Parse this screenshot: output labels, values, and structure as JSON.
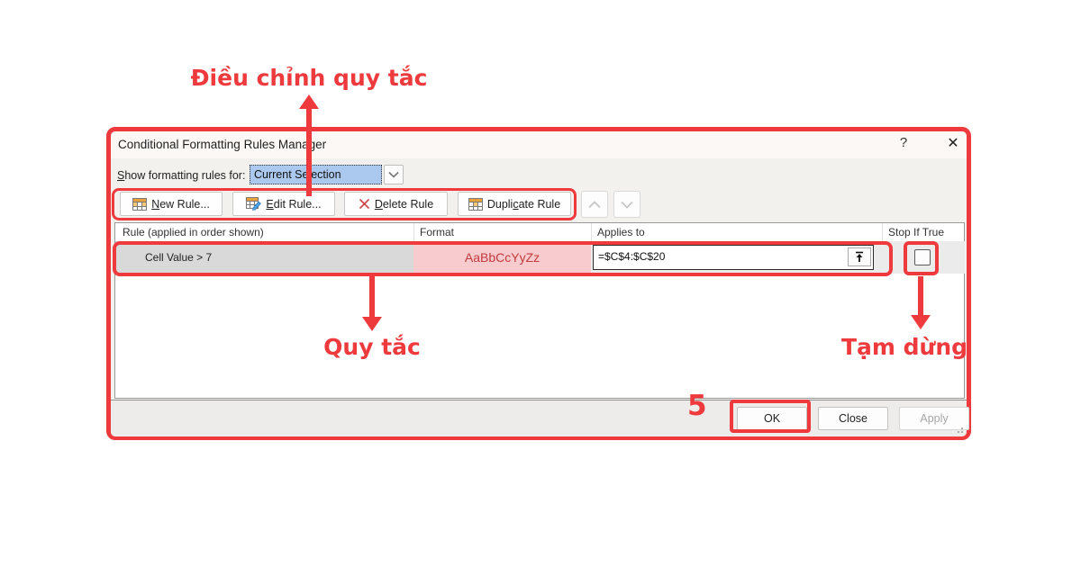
{
  "annotations": {
    "accent_color": "#ee3a3d",
    "top_label": "Điều chỉnh quy tắc",
    "rule_label": "Quy tắc",
    "stop_label": "Tạm dừng",
    "step_number": "5"
  },
  "dialog": {
    "title": "Conditional Formatting Rules Manager",
    "help_icon": "?",
    "close_icon": "✕",
    "scope": {
      "label_key": "S",
      "label_rest": "how formatting rules for:",
      "selected_value": "Current Selection",
      "selection_fill": "#abc9ee"
    },
    "toolbar": {
      "new_rule": {
        "pre": "",
        "key": "N",
        "post": "ew Rule..."
      },
      "edit_rule": {
        "pre": "",
        "key": "E",
        "post": "dit Rule..."
      },
      "delete_rule": {
        "pre": "",
        "key": "D",
        "post": "elete Rule"
      },
      "duplicate_rule": {
        "pre": "Dupli",
        "key": "c",
        "post": "ate Rule"
      },
      "move_up_icon": "chevron-up",
      "move_down_icon": "chevron-down"
    },
    "table": {
      "headers": [
        "Rule (applied in order shown)",
        "Format",
        "Applies to",
        "Stop If True"
      ],
      "rows": [
        {
          "rule": "Cell Value > 7",
          "format_preview": "AaBbCcYyZz",
          "format_fill": "#f8cbce",
          "format_text_color": "#c23b3d",
          "applies_to": "=$C$4:$C$20",
          "stop_if_true_checked": false
        }
      ]
    },
    "footer": {
      "ok": "OK",
      "close": "Close",
      "apply": "Apply",
      "apply_disabled": true
    }
  }
}
